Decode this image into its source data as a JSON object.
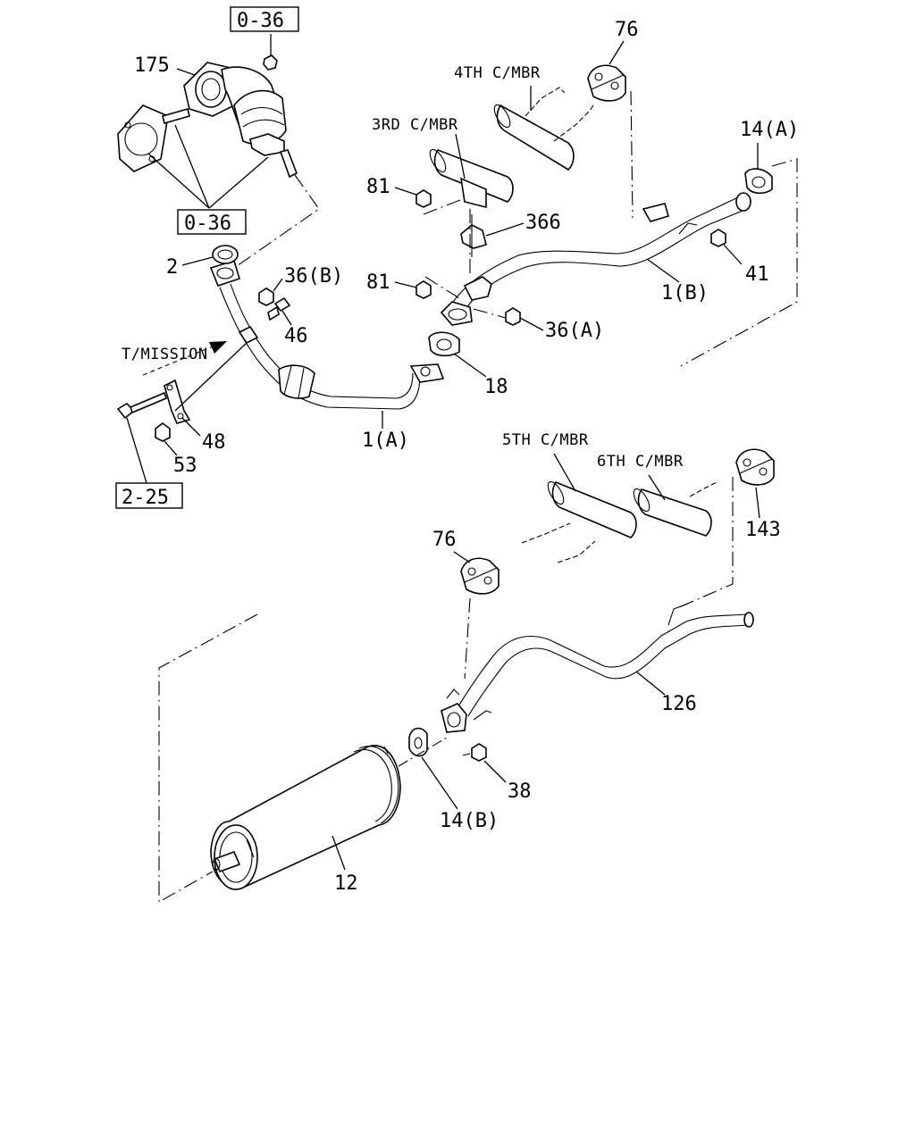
{
  "refs": {
    "ref_top": "0-36",
    "ref_mid": "0-36",
    "ref_bottom": "2-25"
  },
  "labels": {
    "p175": "175",
    "p76_top": "76",
    "p4th": "4TH C/MBR",
    "p3rd": "3RD C/MBR",
    "p14a": "14(A)",
    "p81_top": "81",
    "p366": "366",
    "p2": "2",
    "p36b": "36(B)",
    "p81_mid": "81",
    "p41": "41",
    "p1b": "1(B)",
    "p46": "46",
    "p36a": "36(A)",
    "ptm": "T/MISSION",
    "p18": "18",
    "p48": "48",
    "p53": "53",
    "p1a": "1(A)",
    "p5th": "5TH C/MBR",
    "p6th": "6TH C/MBR",
    "p76_low": "76",
    "p143": "143",
    "p126": "126",
    "p38": "38",
    "p14b": "14(B)",
    "p12": "12"
  }
}
